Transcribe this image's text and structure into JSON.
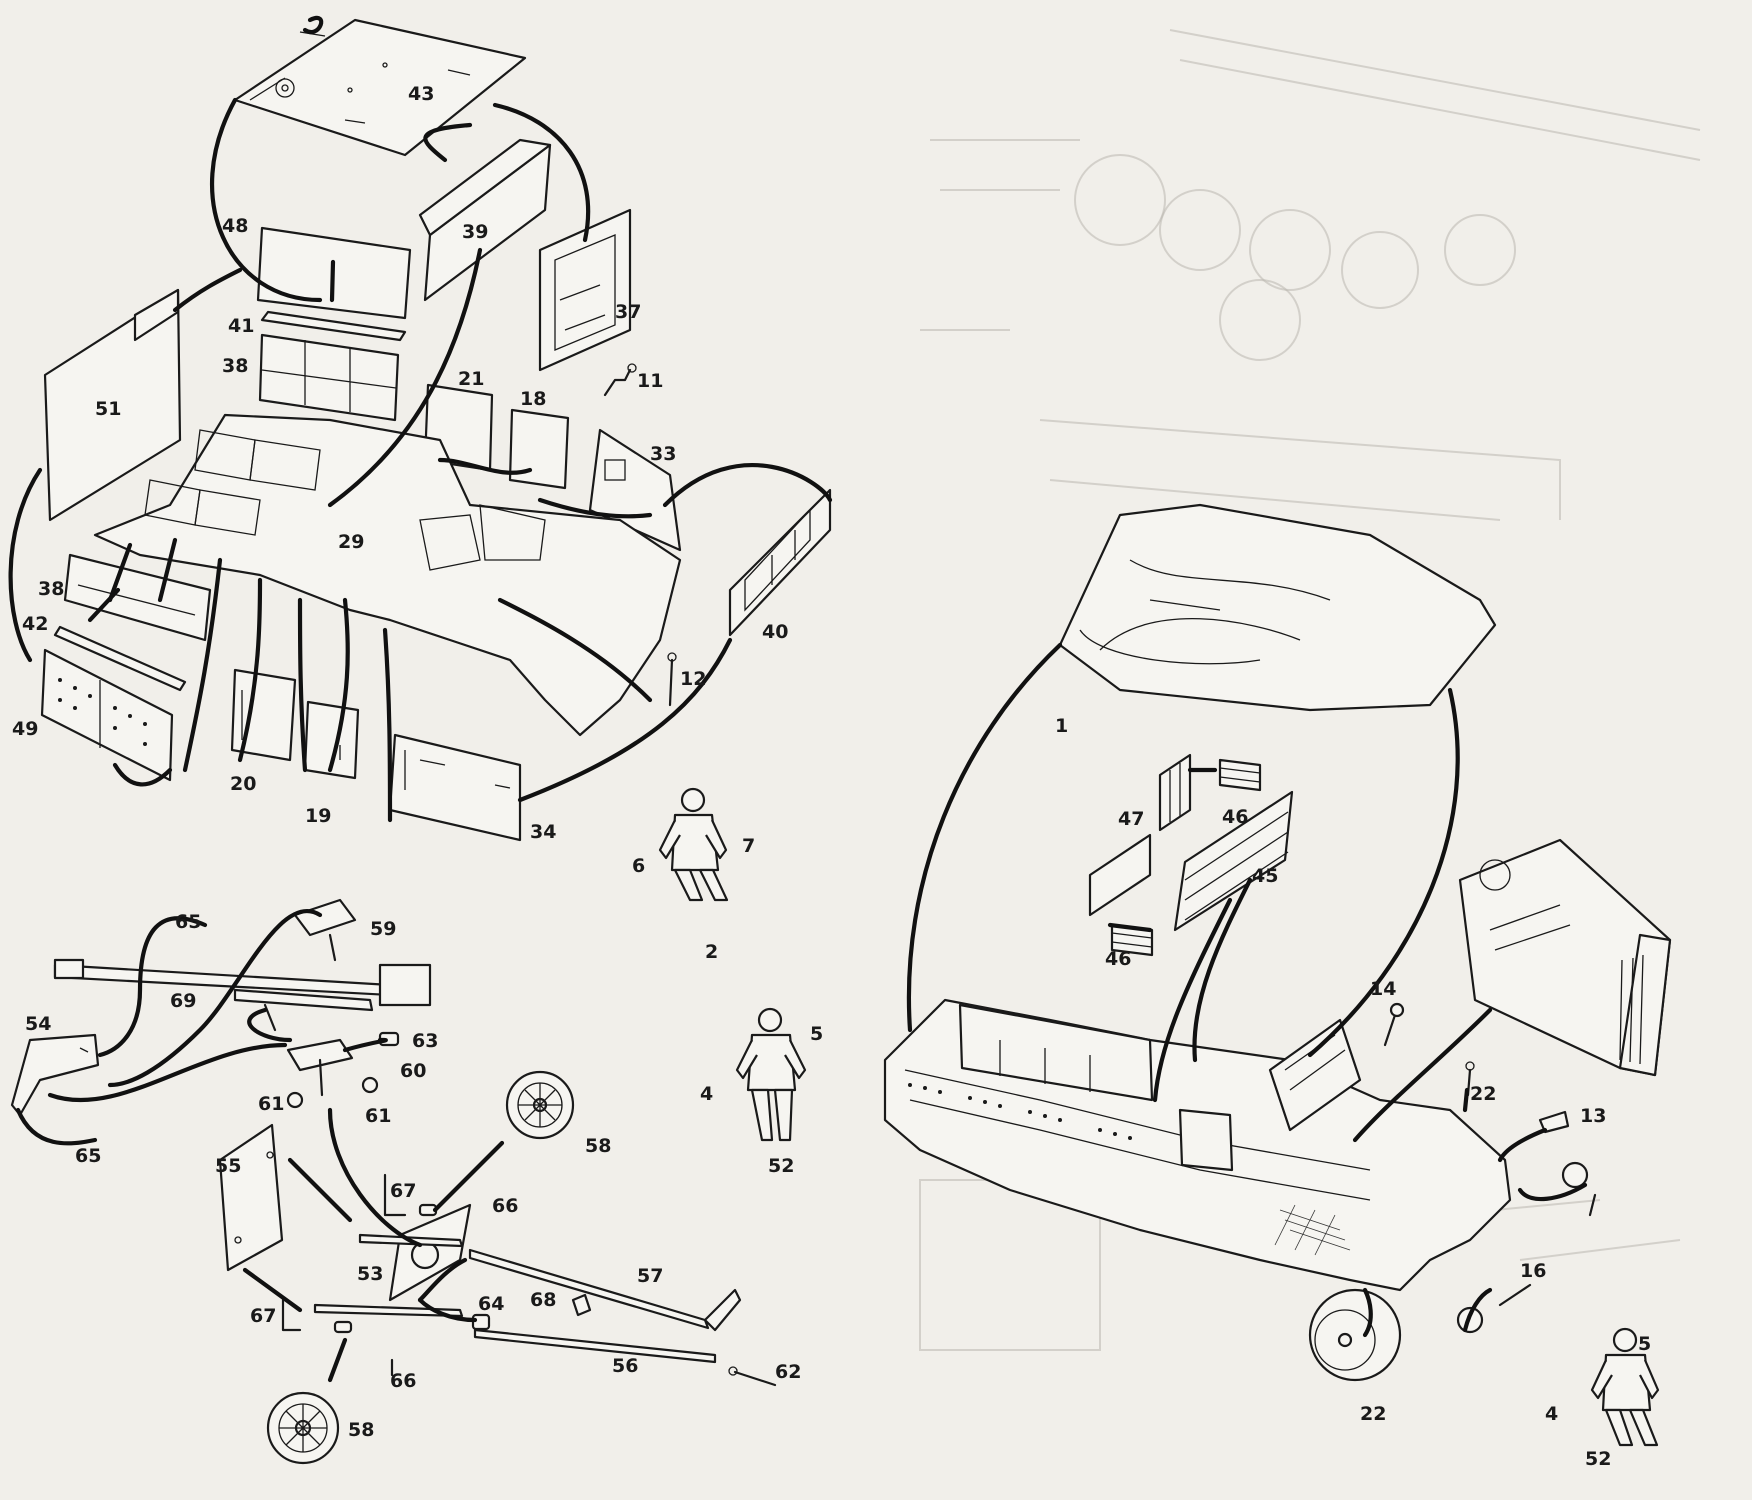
{
  "labels": {
    "p43": "43",
    "p39": "39",
    "p48": "48",
    "p41": "41",
    "p38a": "38",
    "p37": "37",
    "p51": "51",
    "p21": "21",
    "p18": "18",
    "p11": "11",
    "p33": "33",
    "p29": "29",
    "p38b": "38",
    "p42": "42",
    "p49": "49",
    "p20": "20",
    "p19": "19",
    "p34": "34",
    "p12": "12",
    "p40": "40",
    "p6": "6",
    "p7": "7",
    "p2": "2",
    "p65a": "65",
    "p59": "59",
    "p69": "69",
    "p54": "54",
    "p63": "63",
    "p60": "60",
    "p61a": "61",
    "p61b": "61",
    "p65b": "65",
    "p5a": "5",
    "p4a": "4",
    "p52a": "52",
    "p58a": "58",
    "p55": "55",
    "p67a": "67",
    "p66a": "66",
    "p53": "53",
    "p57": "57",
    "p64": "64",
    "p68": "68",
    "p67b": "67",
    "p66b": "66",
    "p56": "56",
    "p62": "62",
    "p58b": "58",
    "p1": "1",
    "p47": "47",
    "p46a": "46",
    "p45": "45",
    "p46b": "46",
    "p14": "14",
    "p22a": "22",
    "p13": "13",
    "p16": "16",
    "p22b": "22",
    "p5b": "5",
    "p4b": "4",
    "p52b": "52"
  }
}
